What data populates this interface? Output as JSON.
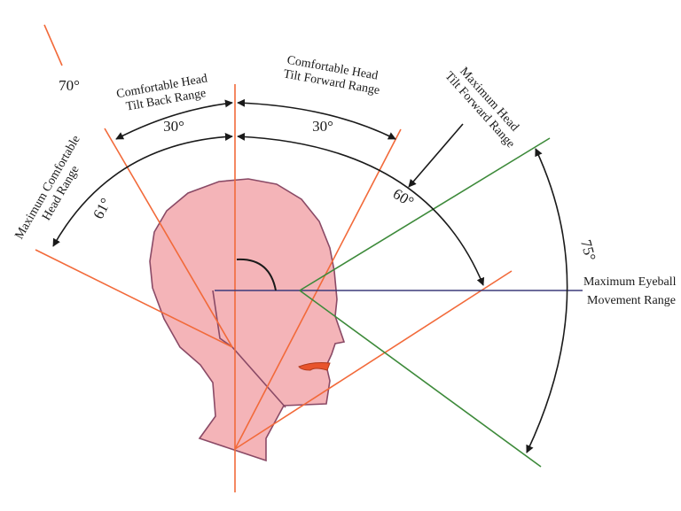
{
  "colors": {
    "head_fill": "#f4b4b8",
    "head_outline": "#8a4a66",
    "orange_line": "#f26a3a",
    "green_line": "#3d8a3a",
    "purple_line": "#3b3a7a",
    "arrow": "#1a1a1a",
    "mouth": "#e8542c"
  },
  "labels": {
    "comfortable_tilt_back": [
      "Comfortable Head",
      "Tilt Back Range"
    ],
    "comfortable_tilt_forward": [
      "Comfortable Head",
      "Tilt Forward Range"
    ],
    "max_tilt_forward": [
      "Maximum Head",
      "Tilt Forward Range"
    ],
    "max_comfortable_head": [
      "Maximum Comfortable",
      "Head Range"
    ],
    "max_eyeball": [
      "Maximum Eyeball",
      "Movement Range"
    ]
  },
  "angles": {
    "back_30": "30°",
    "forward_30": "30°",
    "back_61": "61°",
    "forward_60": "60°",
    "eyeball_75": "75°",
    "top_70": "70°"
  }
}
